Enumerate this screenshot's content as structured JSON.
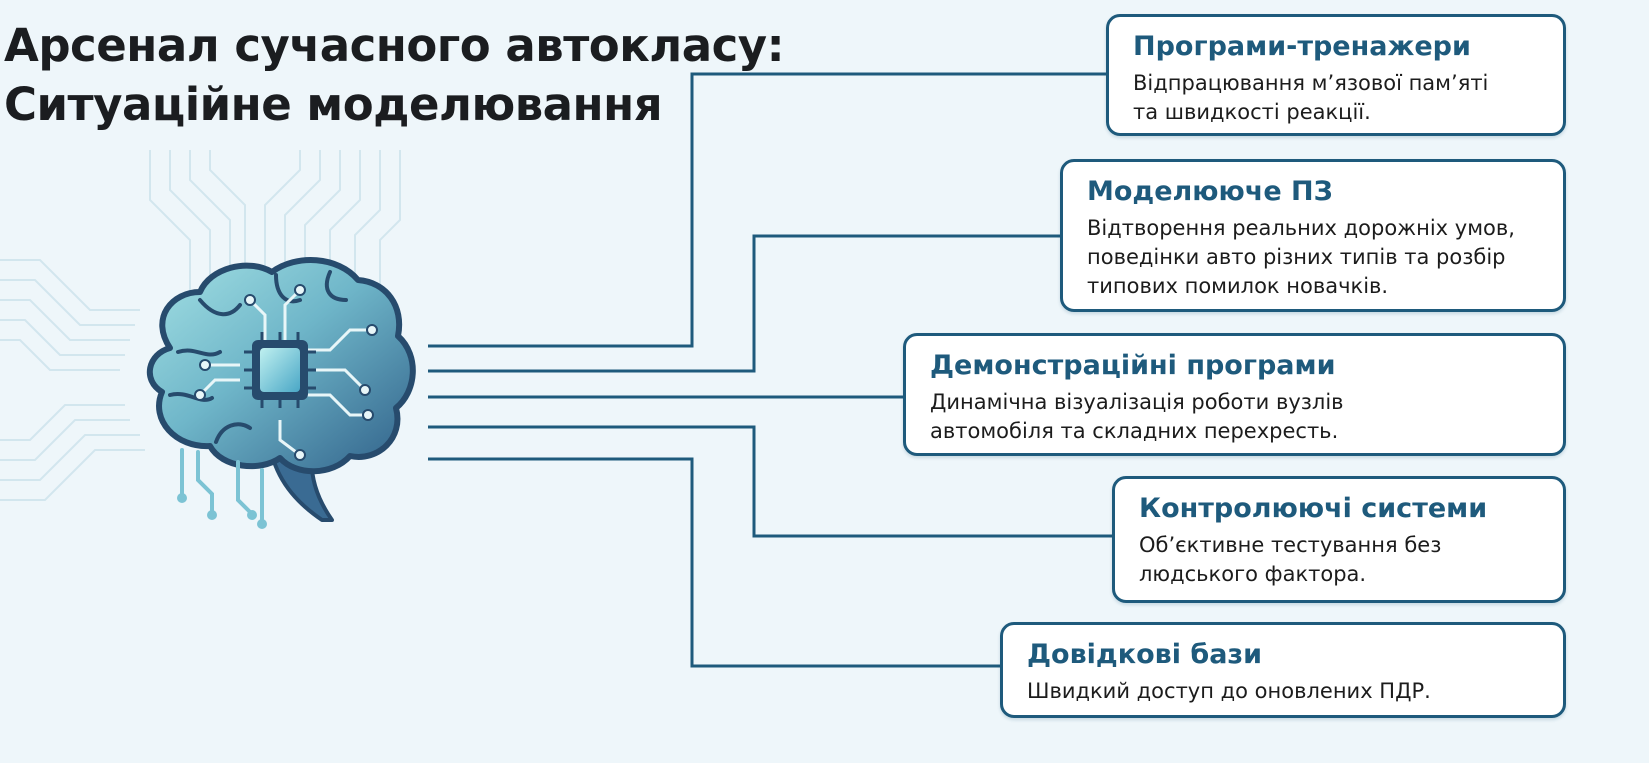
{
  "title": {
    "line1": "Арсенал сучасного автокласу:",
    "line2": "Ситуаційне моделювання"
  },
  "colors": {
    "background": "#eef6fa",
    "card_border": "#1e5a7c",
    "card_title": "#1e5a7c",
    "connector": "#1e5a7c",
    "title_text": "#1b1d20",
    "brain_light": "#8fd6dc",
    "brain_dark": "#2d5e86"
  },
  "central_icon": "brain-chip-icon",
  "cards": [
    {
      "title": "Програми-тренажери",
      "description": "Відпрацювання м’язової пам’яті\nта швидкості реакції."
    },
    {
      "title": "Моделююче ПЗ",
      "description": "Відтворення реальних дорожніх умов,\nповедінки авто різних типів та розбір\nтипових помилок новачків."
    },
    {
      "title": "Демонстраційні програми",
      "description": "Динамічна візуалізація роботи вузлів\nавтомобіля та складних перехресть."
    },
    {
      "title": "Контролюючі системи",
      "description": "Об’єктивне тестування без\nлюдського фактора."
    },
    {
      "title": "Довідкові бази",
      "description": "Швидкий доступ до оновлених ПДР."
    }
  ]
}
